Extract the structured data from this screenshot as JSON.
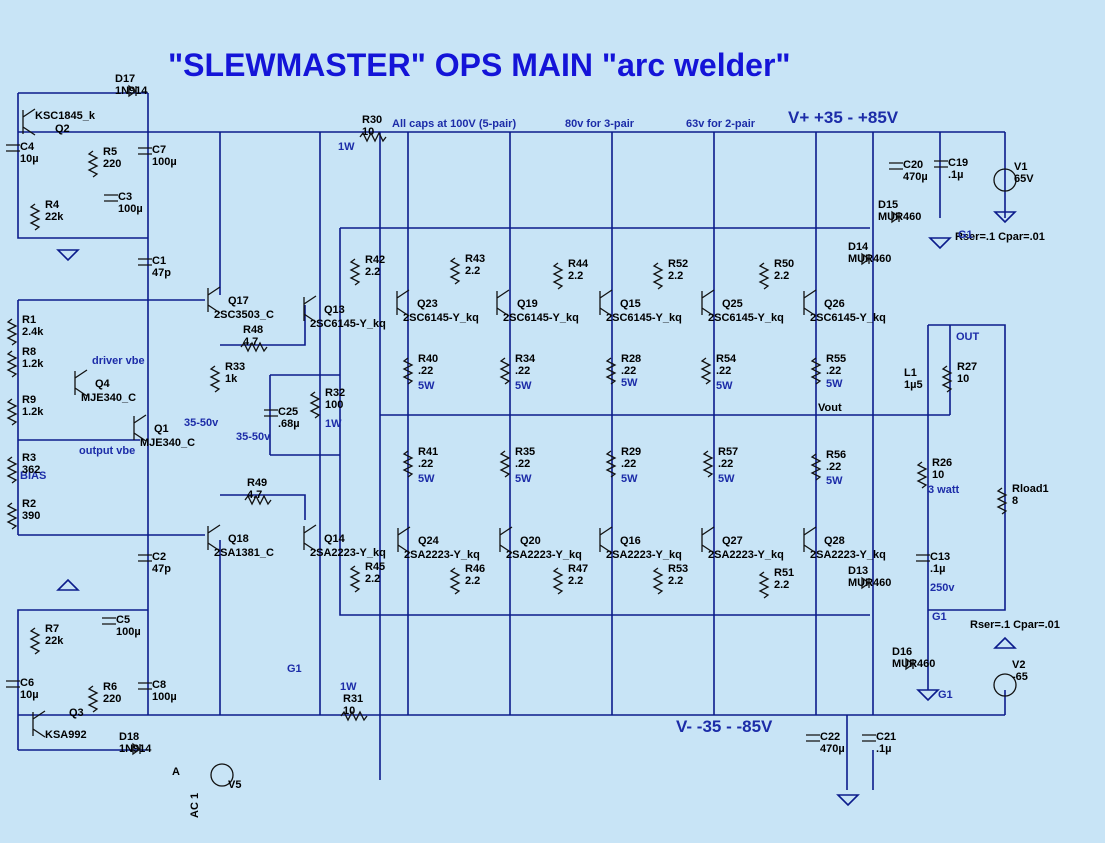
{
  "title": "\"SLEWMASTER\" OPS MAIN \"arc welder\"",
  "rails": {
    "positive": "V+ +35  -  +85V",
    "negative": "V- -35 -  -85V"
  },
  "notes": {
    "caps5": "All caps at 100V (5-pair)",
    "caps3": "80v for 3-pair",
    "caps2": "63v for 2-pair",
    "rser_top": "Rser=.1 Cpar=.01",
    "rser_bot": "Rser=.1 Cpar=.01",
    "driver_vbe": "driver vbe",
    "output_vbe": "output vbe",
    "bias": "BIAS",
    "v3550a": "35-50v",
    "v3550b": "35-50v",
    "vout": "Vout",
    "out": "OUT",
    "three_watt": "3 watt",
    "v250": "250v",
    "g1a": "G1",
    "g1b": "G1",
    "g1c": "G1",
    "g1d": "G1",
    "net_a": "A"
  },
  "parts": {
    "R1": [
      "R1",
      "2.4k"
    ],
    "R2": [
      "R2",
      "390"
    ],
    "R3": [
      "R3",
      "362"
    ],
    "R4": [
      "R4",
      "22k"
    ],
    "R5": [
      "R5",
      "220"
    ],
    "R6": [
      "R6",
      "220"
    ],
    "R7": [
      "R7",
      "22k"
    ],
    "R8": [
      "R8",
      "1.2k"
    ],
    "R9": [
      "R9",
      "1.2k"
    ],
    "R26": [
      "R26",
      "10"
    ],
    "R27": [
      "R27",
      "10"
    ],
    "R30": [
      "R30",
      "10"
    ],
    "R31": [
      "R31",
      "10"
    ],
    "R32": [
      "R32",
      "100"
    ],
    "R33": [
      "R33",
      "1k"
    ],
    "R48": [
      "R48",
      "4.7"
    ],
    "R49": [
      "R49",
      "4.7"
    ],
    "R42": [
      "R42",
      "2.2"
    ],
    "R43": [
      "R43",
      "2.2"
    ],
    "R44": [
      "R44",
      "2.2"
    ],
    "R52": [
      "R52",
      "2.2"
    ],
    "R50": [
      "R50",
      "2.2"
    ],
    "R45": [
      "R45",
      "2.2"
    ],
    "R46": [
      "R46",
      "2.2"
    ],
    "R47": [
      "R47",
      "2.2"
    ],
    "R53": [
      "R53",
      "2.2"
    ],
    "R51": [
      "R51",
      "2.2"
    ],
    "R40": [
      "R40",
      ".22"
    ],
    "R34": [
      "R34",
      ".22"
    ],
    "R28": [
      "R28",
      ".22"
    ],
    "R54": [
      "R54",
      ".22"
    ],
    "R55": [
      "R55",
      ".22"
    ],
    "R41": [
      "R41",
      ".22"
    ],
    "R35": [
      "R35",
      ".22"
    ],
    "R29": [
      "R29",
      ".22"
    ],
    "R57": [
      "R57",
      ".22"
    ],
    "R56": [
      "R56",
      ".22"
    ],
    "C1": [
      "C1",
      "47p"
    ],
    "C2": [
      "C2",
      "47p"
    ],
    "C3": [
      "C3",
      "100µ"
    ],
    "C4": [
      "C4",
      "10µ"
    ],
    "C5": [
      "C5",
      "100µ"
    ],
    "C6": [
      "C6",
      "10µ"
    ],
    "C7": [
      "C7",
      "100µ"
    ],
    "C8": [
      "C8",
      "100µ"
    ],
    "C13": [
      "C13",
      ".1µ"
    ],
    "C19": [
      "C19",
      ".1µ"
    ],
    "C20": [
      "C20",
      "470µ"
    ],
    "C21": [
      "C21",
      ".1µ"
    ],
    "C22": [
      "C22",
      "470µ"
    ],
    "C25": [
      "C25",
      ".68µ"
    ],
    "D13": [
      "D13",
      "MUR460"
    ],
    "D14": [
      "D14",
      "MUR460"
    ],
    "D15": [
      "D15",
      "MUR460"
    ],
    "D16": [
      "D16",
      "MUR460"
    ],
    "D17": [
      "D17",
      "1N914"
    ],
    "D18": [
      "D18",
      "1N914"
    ],
    "L1": [
      "L1",
      "1µ5"
    ],
    "Rload1": [
      "Rload1",
      "8"
    ],
    "V1": [
      "V1",
      "65V"
    ],
    "V2": [
      "V2",
      "-65"
    ],
    "V5": [
      "V5",
      ""
    ]
  },
  "transistors": {
    "Q1": [
      "Q1",
      "MJE340_C"
    ],
    "Q2": [
      "Q2",
      "KSC1845_k"
    ],
    "Q3": [
      "Q3",
      "KSA992"
    ],
    "Q4": [
      "Q4",
      "MJE340_C"
    ],
    "Q17": [
      "Q17",
      "2SC3503_C"
    ],
    "Q18": [
      "Q18",
      "2SA1381_C"
    ],
    "Q13": [
      "Q13",
      "2SC6145-Y_kq"
    ],
    "Q14": [
      "Q14",
      "2SA2223-Y_kq"
    ],
    "Q23": [
      "Q23",
      "2SC6145-Y_kq"
    ],
    "Q19": [
      "Q19",
      "2SC6145-Y_kq"
    ],
    "Q15": [
      "Q15",
      "2SC6145-Y_kq"
    ],
    "Q25": [
      "Q25",
      "2SC6145-Y_kq"
    ],
    "Q26": [
      "Q26",
      "2SC6145-Y_kq"
    ],
    "Q24": [
      "Q24",
      "2SA2223-Y_kq"
    ],
    "Q20": [
      "Q20",
      "2SA2223-Y_kq"
    ],
    "Q16": [
      "Q16",
      "2SA2223-Y_kq"
    ],
    "Q27": [
      "Q27",
      "2SA2223-Y_kq"
    ],
    "Q28": [
      "Q28",
      "2SA2223-Y_kq"
    ]
  },
  "ratings": {
    "w1": "1W",
    "w2": "1W",
    "w3": "1W",
    "w5": "5W"
  },
  "ac": {
    "line1": "AC 1",
    "source": "V5"
  }
}
